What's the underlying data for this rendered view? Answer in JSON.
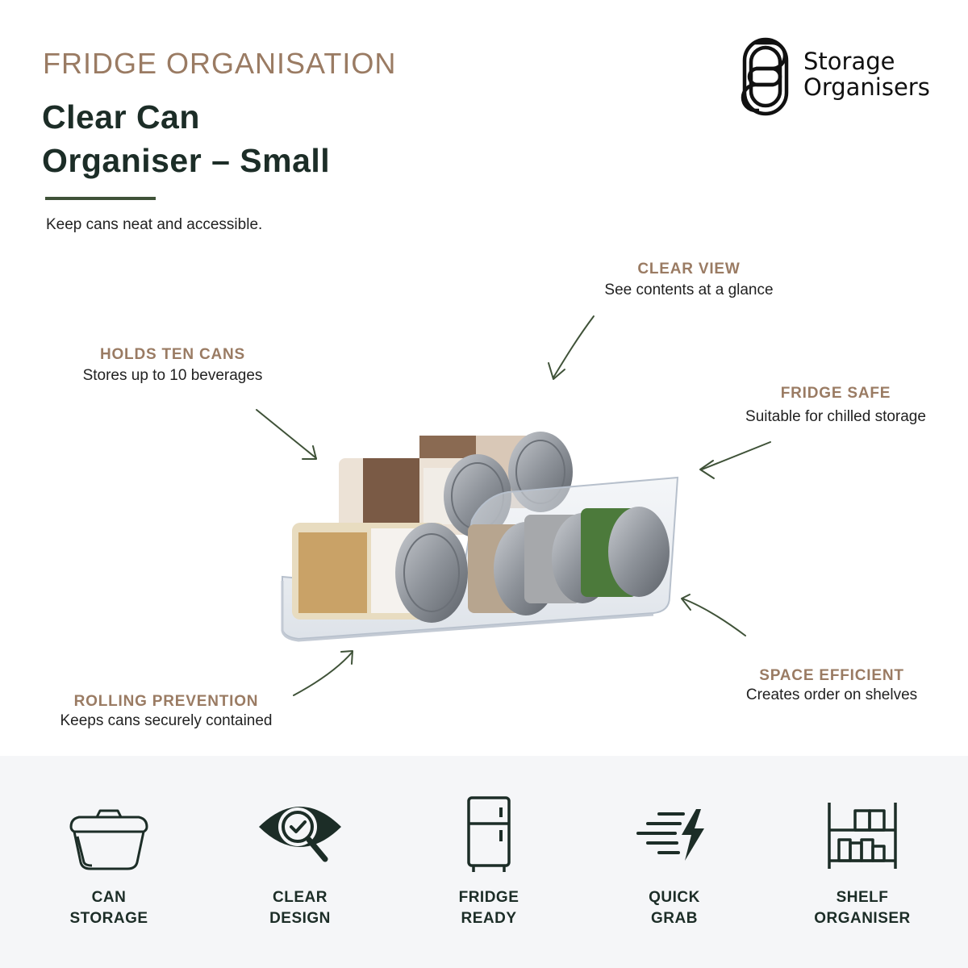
{
  "header": {
    "eyebrow": "FRIDGE ORGANISATION",
    "title_line1": "Clear Can",
    "title_line2": "Organiser – Small",
    "tagline": "Keep cans neat and accessible."
  },
  "brand": {
    "name_line1": "Storage",
    "name_line2": "Organisers"
  },
  "features": {
    "clear_view": {
      "title": "CLEAR VIEW",
      "desc": "See contents at a glance"
    },
    "holds_ten": {
      "title": "HOLDS TEN CANS",
      "desc": "Stores up to 10 beverages"
    },
    "fridge_safe": {
      "title": "FRIDGE SAFE",
      "desc": "Suitable for chilled storage"
    },
    "rolling": {
      "title": "ROLLING PREVENTION",
      "desc": "Keeps cans securely contained"
    },
    "space": {
      "title": "SPACE EFFICIENT",
      "desc": "Creates order on shelves"
    }
  },
  "icons": [
    {
      "name": "container-icon",
      "line1": "CAN",
      "line2": "STORAGE"
    },
    {
      "name": "eye-magnifier-icon",
      "line1": "CLEAR",
      "line2": "DESIGN"
    },
    {
      "name": "fridge-icon",
      "line1": "FRIDGE",
      "line2": "READY"
    },
    {
      "name": "lightning-speed-icon",
      "line1": "QUICK",
      "line2": "GRAB"
    },
    {
      "name": "shelf-icon",
      "line1": "SHELF",
      "line2": "ORGANISER"
    }
  ],
  "colors": {
    "accent_brown": "#9a7b63",
    "accent_green": "#3f5238",
    "dark_text": "#1c2d27",
    "footer_bg": "#f5f6f8"
  }
}
